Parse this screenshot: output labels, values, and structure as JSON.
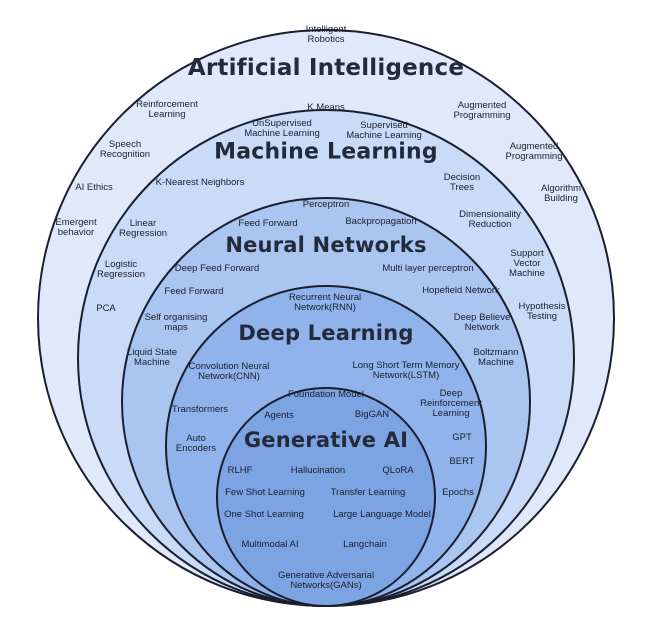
{
  "layers": [
    {
      "title": "Artificial Intelligence",
      "fill": "#dfe9fb",
      "terms": [
        "Intelligent\nRobotics",
        "Reinforcement\nLearning",
        "Speech\nRecognition",
        "AI Ethics",
        "Emergent\nbehavior",
        "Augmented\nProgramming",
        "Augmented\nProgramming",
        "Algorithm\nBuilding",
        "Hypothesis\nTesting"
      ]
    },
    {
      "title": "Machine Learning",
      "fill": "#c9dbf7",
      "terms": [
        "K Means",
        "UnSupervised\nMachine Learning",
        "Supervised\nMachine Learning",
        "K-Nearest Neighbors",
        "Decision\nTrees",
        "Linear\nRegression",
        "Dimensionality\nReduction",
        "Logistic\nRegression",
        "Support\nVector\nMachine",
        "PCA"
      ]
    },
    {
      "title": "Neural Networks",
      "fill": "#a9c5f0",
      "terms": [
        "Perceptron",
        "Feed Forward",
        "Backpropagation",
        "Deep Feed Forward",
        "Multi layer perceptron",
        "Feed Forward",
        "Hopefield Network",
        "Self organising\nmaps",
        "Deep Believe\nNetwork",
        "Liquid State\nMachine",
        "Boltzmann\nMachine"
      ]
    },
    {
      "title": "Deep Learning",
      "fill": "#8fb3ea",
      "terms": [
        "Recurrent Neural\nNetwork(RNN)",
        "Convolution Neural\nNetwork(CNN)",
        "Long Short Term Memory\nNetwork(LSTM)",
        "Deep\nReinforcement\nLearning",
        "Transformers",
        "Auto\nEncoders",
        "GPT",
        "BERT",
        "Epochs"
      ]
    },
    {
      "title": "Generative AI",
      "fill": "#7ca4e3",
      "terms": [
        "Foundation Model",
        "Agents",
        "BigGAN",
        "RLHF",
        "Hallucination",
        "QLoRA",
        "Few Shot Learning",
        "Transfer Learning",
        "One Shot Learning",
        "Large Language Model",
        "Multimodal AI",
        "Langchain",
        "Generative Adversarial\nNetworks(GANs)"
      ]
    }
  ],
  "colors": {
    "outline": "#1a1f30",
    "text": "#1b1f2e"
  }
}
